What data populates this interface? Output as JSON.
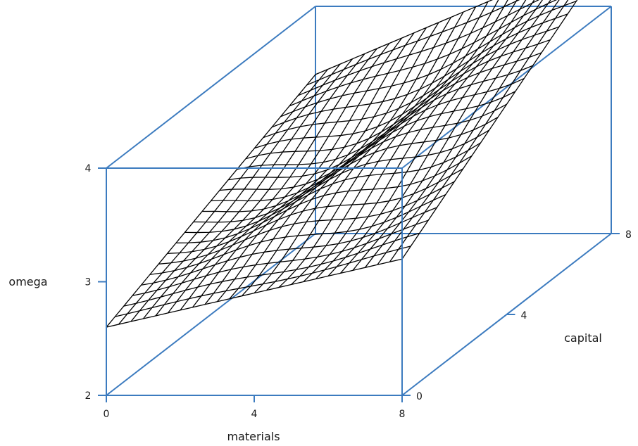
{
  "chart_data": {
    "type": "surface",
    "title": "",
    "x_axis": {
      "label": "materials",
      "range": [
        0,
        8
      ],
      "ticks": [
        0,
        4,
        8
      ]
    },
    "y_axis": {
      "label": "capital",
      "range": [
        0,
        8
      ],
      "ticks": [
        0,
        4,
        8
      ]
    },
    "z_axis": {
      "label": "omega",
      "range": [
        2,
        4
      ],
      "ticks": [
        2,
        3,
        4
      ]
    },
    "grid_points": [
      25,
      25
    ],
    "corner_values": {
      "x0_y0": 2.6,
      "x8_y0": 3.2,
      "x0_y8": 3.4,
      "x8_y8": 4.5
    },
    "box_color": "#3c7bbf",
    "mesh_color": "#000000",
    "grid": false
  }
}
